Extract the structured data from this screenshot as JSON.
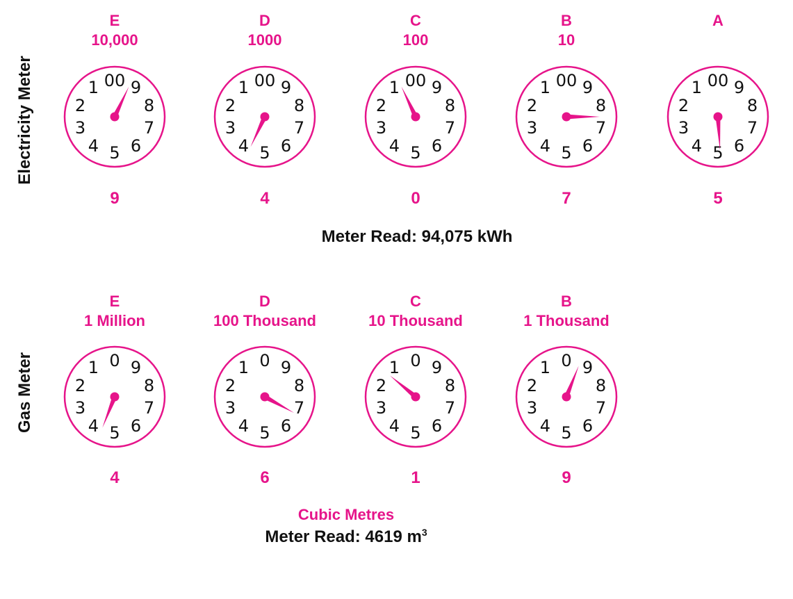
{
  "accent_color": "#e6148a",
  "text_color": "#111111",
  "electricity": {
    "label": "Electricity Meter",
    "read_label": "Meter Read: 94,075 kWh",
    "dials": [
      {
        "letter": "E",
        "multiplier": "10,000",
        "reading": "9",
        "pointer_value": 9.3,
        "numbers": [
          "00",
          "1",
          "2",
          "3",
          "4",
          "5",
          "6",
          "7",
          "8",
          "9"
        ]
      },
      {
        "letter": "D",
        "multiplier": "1000",
        "reading": "4",
        "pointer_value": 4.3,
        "numbers": [
          "00",
          "1",
          "2",
          "3",
          "4",
          "5",
          "6",
          "7",
          "8",
          "9"
        ]
      },
      {
        "letter": "C",
        "multiplier": "100",
        "reading": "0",
        "pointer_value": 0.7,
        "numbers": [
          "00",
          "1",
          "2",
          "3",
          "4",
          "5",
          "6",
          "7",
          "8",
          "9"
        ]
      },
      {
        "letter": "B",
        "multiplier": "10",
        "reading": "7",
        "pointer_value": 7.5,
        "numbers": [
          "00",
          "1",
          "2",
          "3",
          "4",
          "5",
          "6",
          "7",
          "8",
          "9"
        ]
      },
      {
        "letter": "A",
        "multiplier": "",
        "reading": "5",
        "pointer_value": 5.1,
        "numbers": [
          "00",
          "1",
          "2",
          "3",
          "4",
          "5",
          "6",
          "7",
          "8",
          "9"
        ]
      }
    ]
  },
  "gas": {
    "label": "Gas Meter",
    "unit_label": "Cubic Metres",
    "read_label": "Meter Read: 4619 m",
    "read_superscript": "3",
    "dials": [
      {
        "letter": "E",
        "multiplier": "1 Million",
        "reading": "4",
        "pointer_value": 4.4,
        "numbers": [
          "0",
          "1",
          "2",
          "3",
          "4",
          "5",
          "6",
          "7",
          "8",
          "9"
        ]
      },
      {
        "letter": "D",
        "multiplier": "100 Thousand",
        "reading": "6",
        "pointer_value": 6.7,
        "numbers": [
          "0",
          "1",
          "2",
          "3",
          "4",
          "5",
          "6",
          "7",
          "8",
          "9"
        ]
      },
      {
        "letter": "C",
        "multiplier": "10 Thousand",
        "reading": "1",
        "pointer_value": 1.4,
        "numbers": [
          "0",
          "1",
          "2",
          "3",
          "4",
          "5",
          "6",
          "7",
          "8",
          "9"
        ]
      },
      {
        "letter": "B",
        "multiplier": "1 Thousand",
        "reading": "9",
        "pointer_value": 9.4,
        "numbers": [
          "0",
          "1",
          "2",
          "3",
          "4",
          "5",
          "6",
          "7",
          "8",
          "9"
        ]
      }
    ]
  }
}
